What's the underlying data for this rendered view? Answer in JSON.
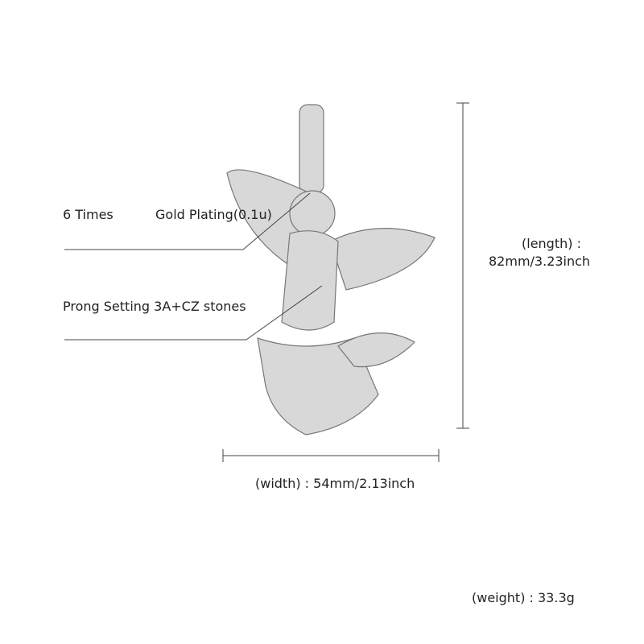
{
  "callouts": {
    "plating_count": "6 Times",
    "plating": "Gold  Plating(0.1u)",
    "setting": "Prong Setting 3A+CZ stones"
  },
  "dimensions": {
    "length_label": "(length) :",
    "length_value": "82mm/3.23inch",
    "width": "(width) : 54mm/2.13inch",
    "weight": "(weight) : 33.3g"
  },
  "colors": {
    "metal": "#c9c9c9",
    "line": "#444444"
  }
}
